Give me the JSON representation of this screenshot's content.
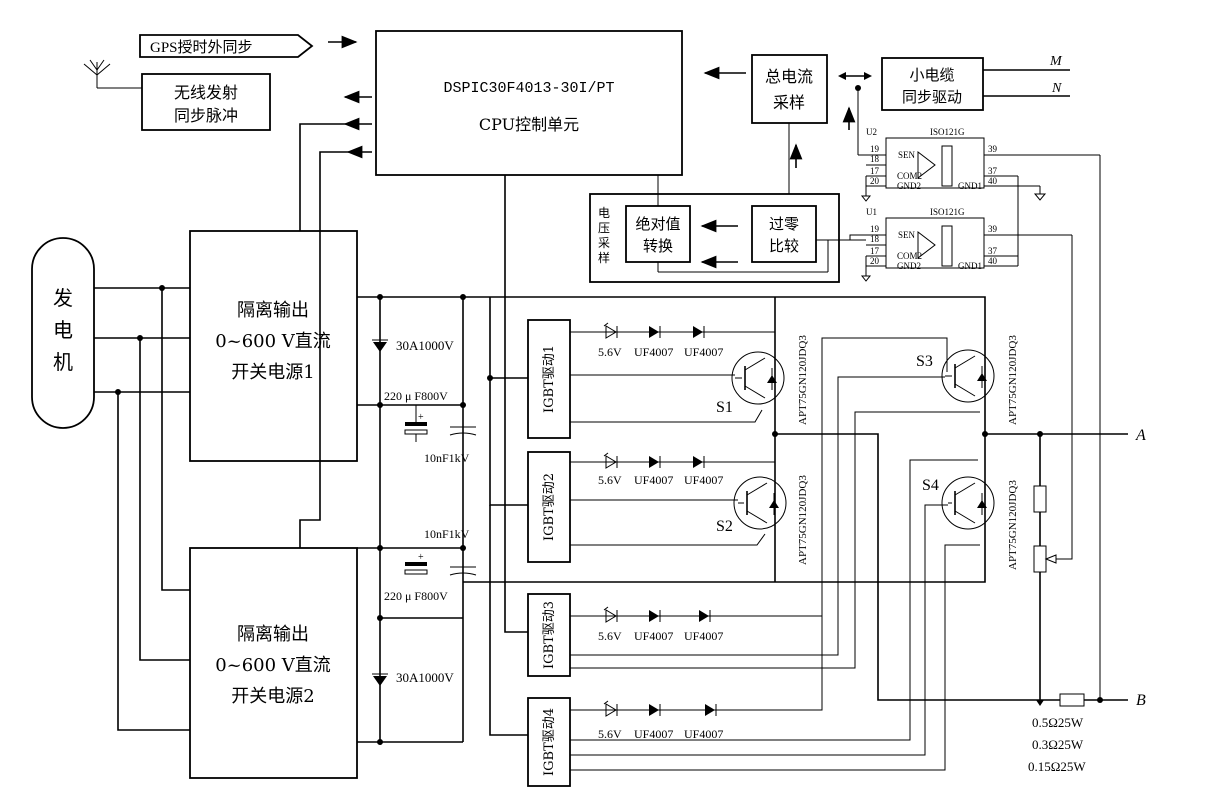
{
  "gps_label": "GPS授时外同步",
  "wireless_label": [
    "无线发射",
    "同步脉冲"
  ],
  "cpu_label": [
    "DSPIC30F4013-30I/PT",
    "CPU控制单元"
  ],
  "total_current_label": [
    "总电流",
    "采样"
  ],
  "small_cable_label": [
    "小电缆",
    "同步驱动"
  ],
  "terminal_M": "M",
  "terminal_N": "N",
  "terminal_A": "A",
  "terminal_B": "B",
  "voltage_sample_label": [
    "电",
    "压",
    "采",
    "样"
  ],
  "abs_value_label": [
    "绝对值",
    "转换"
  ],
  "zero_cross_label": [
    "过零",
    "比较"
  ],
  "generator_label": [
    "发",
    "电",
    "机"
  ],
  "psu1_label": [
    "隔离输出",
    "0~600 V直流",
    "开关电源1"
  ],
  "psu2_label": [
    "隔离输出",
    "0~600 V直流",
    "开关电源2"
  ],
  "igbt_drivers": [
    "IGBT驱动1",
    "IGBT驱动2",
    "IGBT驱动3",
    "IGBT驱动4"
  ],
  "switch_labels": [
    "S1",
    "S2",
    "S3",
    "S4"
  ],
  "igbt_part": "APT75GN120JDQ3",
  "diode_5v6": "5.6V",
  "diode_uf": "UF4007",
  "diode_30a": "30A1000V",
  "cap_electrolytic": "220 μ F800V",
  "cap_film": "10nF1kV",
  "iso_chip": "ISO121G",
  "iso_u2": "U2",
  "iso_u1": "U1",
  "iso_pins": {
    "p19": "19",
    "p18": "18",
    "p17": "17",
    "p20": "20",
    "p39": "39",
    "p37": "37",
    "p40": "40",
    "sen": "SEN",
    "com2": "COM2",
    "gnd2": "GND2",
    "gnd1": "GND1"
  },
  "resistors": [
    "0.5Ω25W",
    "0.3Ω25W",
    "0.15Ω25W"
  ]
}
